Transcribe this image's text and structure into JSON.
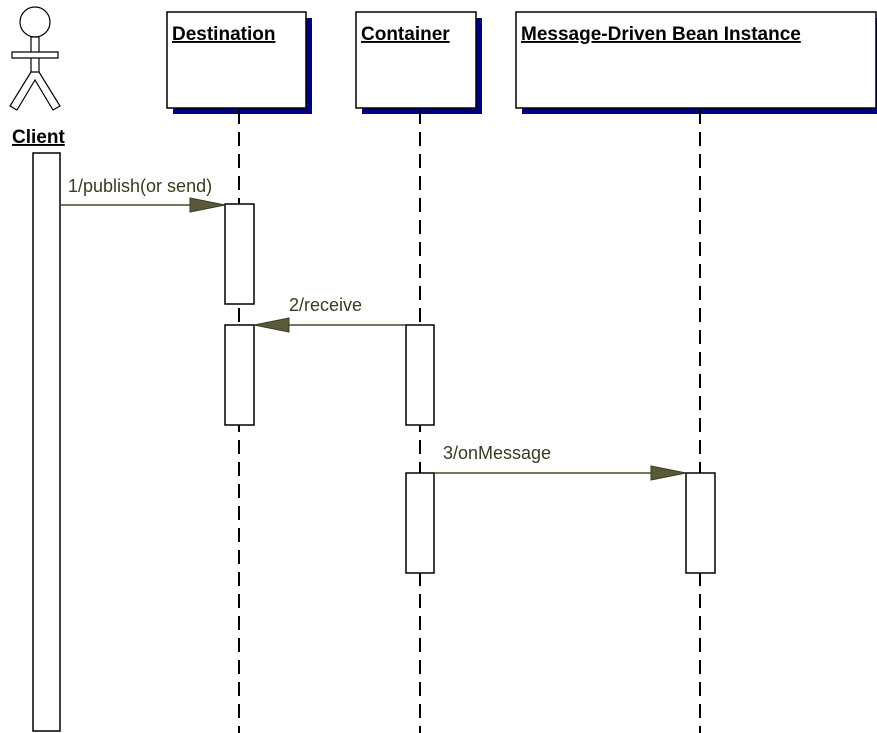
{
  "actor": {
    "label": "Client",
    "icon": "stick-figure-icon"
  },
  "participants": [
    {
      "id": "destination",
      "label": "Destination"
    },
    {
      "id": "container",
      "label": "Container"
    },
    {
      "id": "mdb",
      "label": "Message-Driven Bean Instance"
    }
  ],
  "messages": [
    {
      "id": "m1",
      "label": "1/publish(or send)",
      "from": "client",
      "to": "destination"
    },
    {
      "id": "m2",
      "label": "2/receive",
      "from": "container",
      "to": "destination"
    },
    {
      "id": "m3",
      "label": "3/onMessage",
      "from": "container",
      "to": "mdb"
    }
  ],
  "colors": {
    "box_shadow": "#000080",
    "message_line": "#4a4a2a",
    "arrow_head": "#5a5a3a"
  }
}
